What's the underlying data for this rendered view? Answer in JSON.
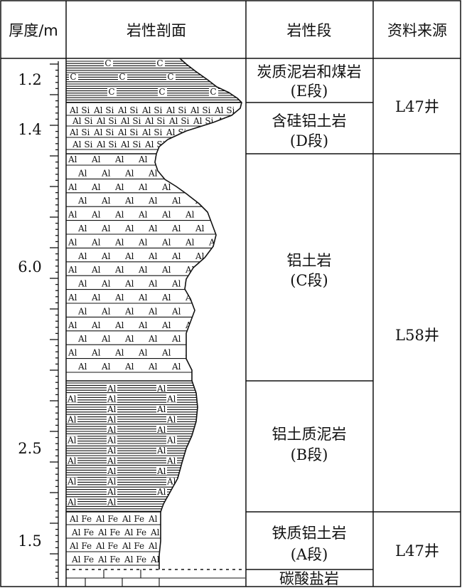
{
  "headers": {
    "thickness": "厚度/m",
    "section": "岩性剖面",
    "segment": "岩性段",
    "source": "资料来源"
  },
  "layers": [
    {
      "id": "E",
      "thickness": "1.2",
      "name": "炭质泥岩和煤岩",
      "code": "(E段)",
      "pattern_symbol": "C"
    },
    {
      "id": "D",
      "thickness": "1.4",
      "name": "含硅铝土岩",
      "code": "(D段)",
      "pattern_symbol": "AlSi"
    },
    {
      "id": "C",
      "thickness": "6.0",
      "name": "铝土岩",
      "code": "(C段)",
      "pattern_symbol": "Al"
    },
    {
      "id": "B",
      "thickness": "2.5",
      "name": "铝土质泥岩",
      "code": "(B段)",
      "pattern_symbol": "Al"
    },
    {
      "id": "A",
      "thickness": "1.5",
      "name": "铁质铝土岩",
      "code": "(A段)",
      "pattern_symbol": "AlFe"
    }
  ],
  "bottom_layer": {
    "name": "碳酸盐岩"
  },
  "sources": [
    {
      "label": "L47井",
      "spans": [
        "E",
        "D"
      ]
    },
    {
      "label": "L58井",
      "spans": [
        "C",
        "B"
      ]
    },
    {
      "label": "L47井",
      "spans": [
        "A"
      ]
    }
  ],
  "lithology_tokens": {
    "c": "C",
    "al": "Al",
    "alsi": "Al Si",
    "alfe": "Al Fe"
  }
}
